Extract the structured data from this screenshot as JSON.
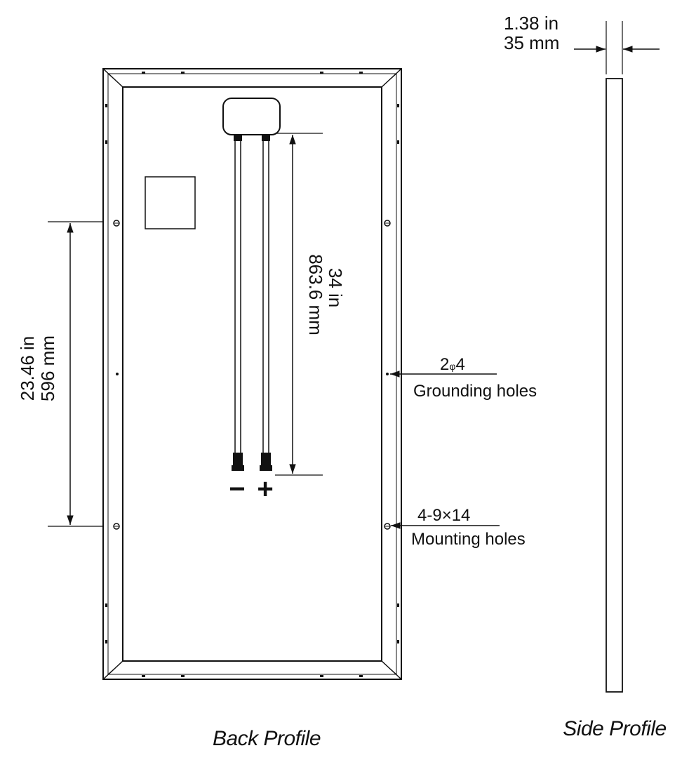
{
  "side_thickness": {
    "imperial": "1.38 in",
    "metric": "35 mm"
  },
  "cable_length": {
    "imperial": "34 in",
    "metric": "863.6 mm"
  },
  "hole_spacing": {
    "imperial": "23.46 in",
    "metric": "596 mm"
  },
  "grounding": {
    "spec_prefix": "2",
    "spec_symbol": "φ",
    "spec_value": "4",
    "label": "Grounding holes"
  },
  "mounting": {
    "spec": "4-9×14",
    "label": "Mounting holes"
  },
  "polarity": {
    "negative": "−",
    "positive": "+"
  },
  "captions": {
    "back": "Back Profile",
    "side": "Side Profile"
  }
}
